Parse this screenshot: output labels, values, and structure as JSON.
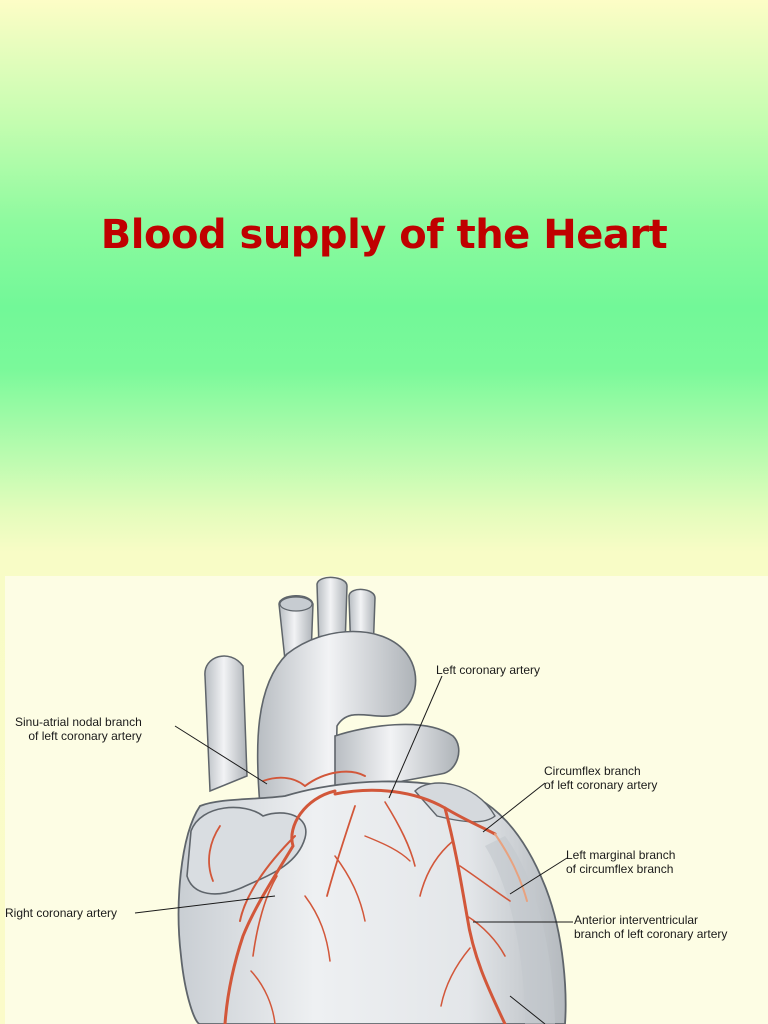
{
  "slide": {
    "title": "Blood supply of the Heart"
  },
  "colors": {
    "title": "#c00000",
    "artery": "#d2573a",
    "artery_light": "#e8a27f",
    "heart_fill": "#e6e8ea",
    "heart_shadow": "#b9bec3",
    "heart_outline": "#5f656b"
  },
  "figure": {
    "labels": {
      "left_coronary": [
        "Left coronary artery"
      ],
      "sinu_atrial": [
        "Sinu-atrial nodal branch",
        "of left coronary artery"
      ],
      "circumflex": [
        "Circumflex branch",
        "of left coronary artery"
      ],
      "left_marginal": [
        "Left marginal branch",
        "of circumflex branch"
      ],
      "right_coronary": [
        "Right coronary artery"
      ],
      "anterior_interventricular": [
        "Anterior interventricular",
        "branch of left coronary artery"
      ]
    }
  }
}
